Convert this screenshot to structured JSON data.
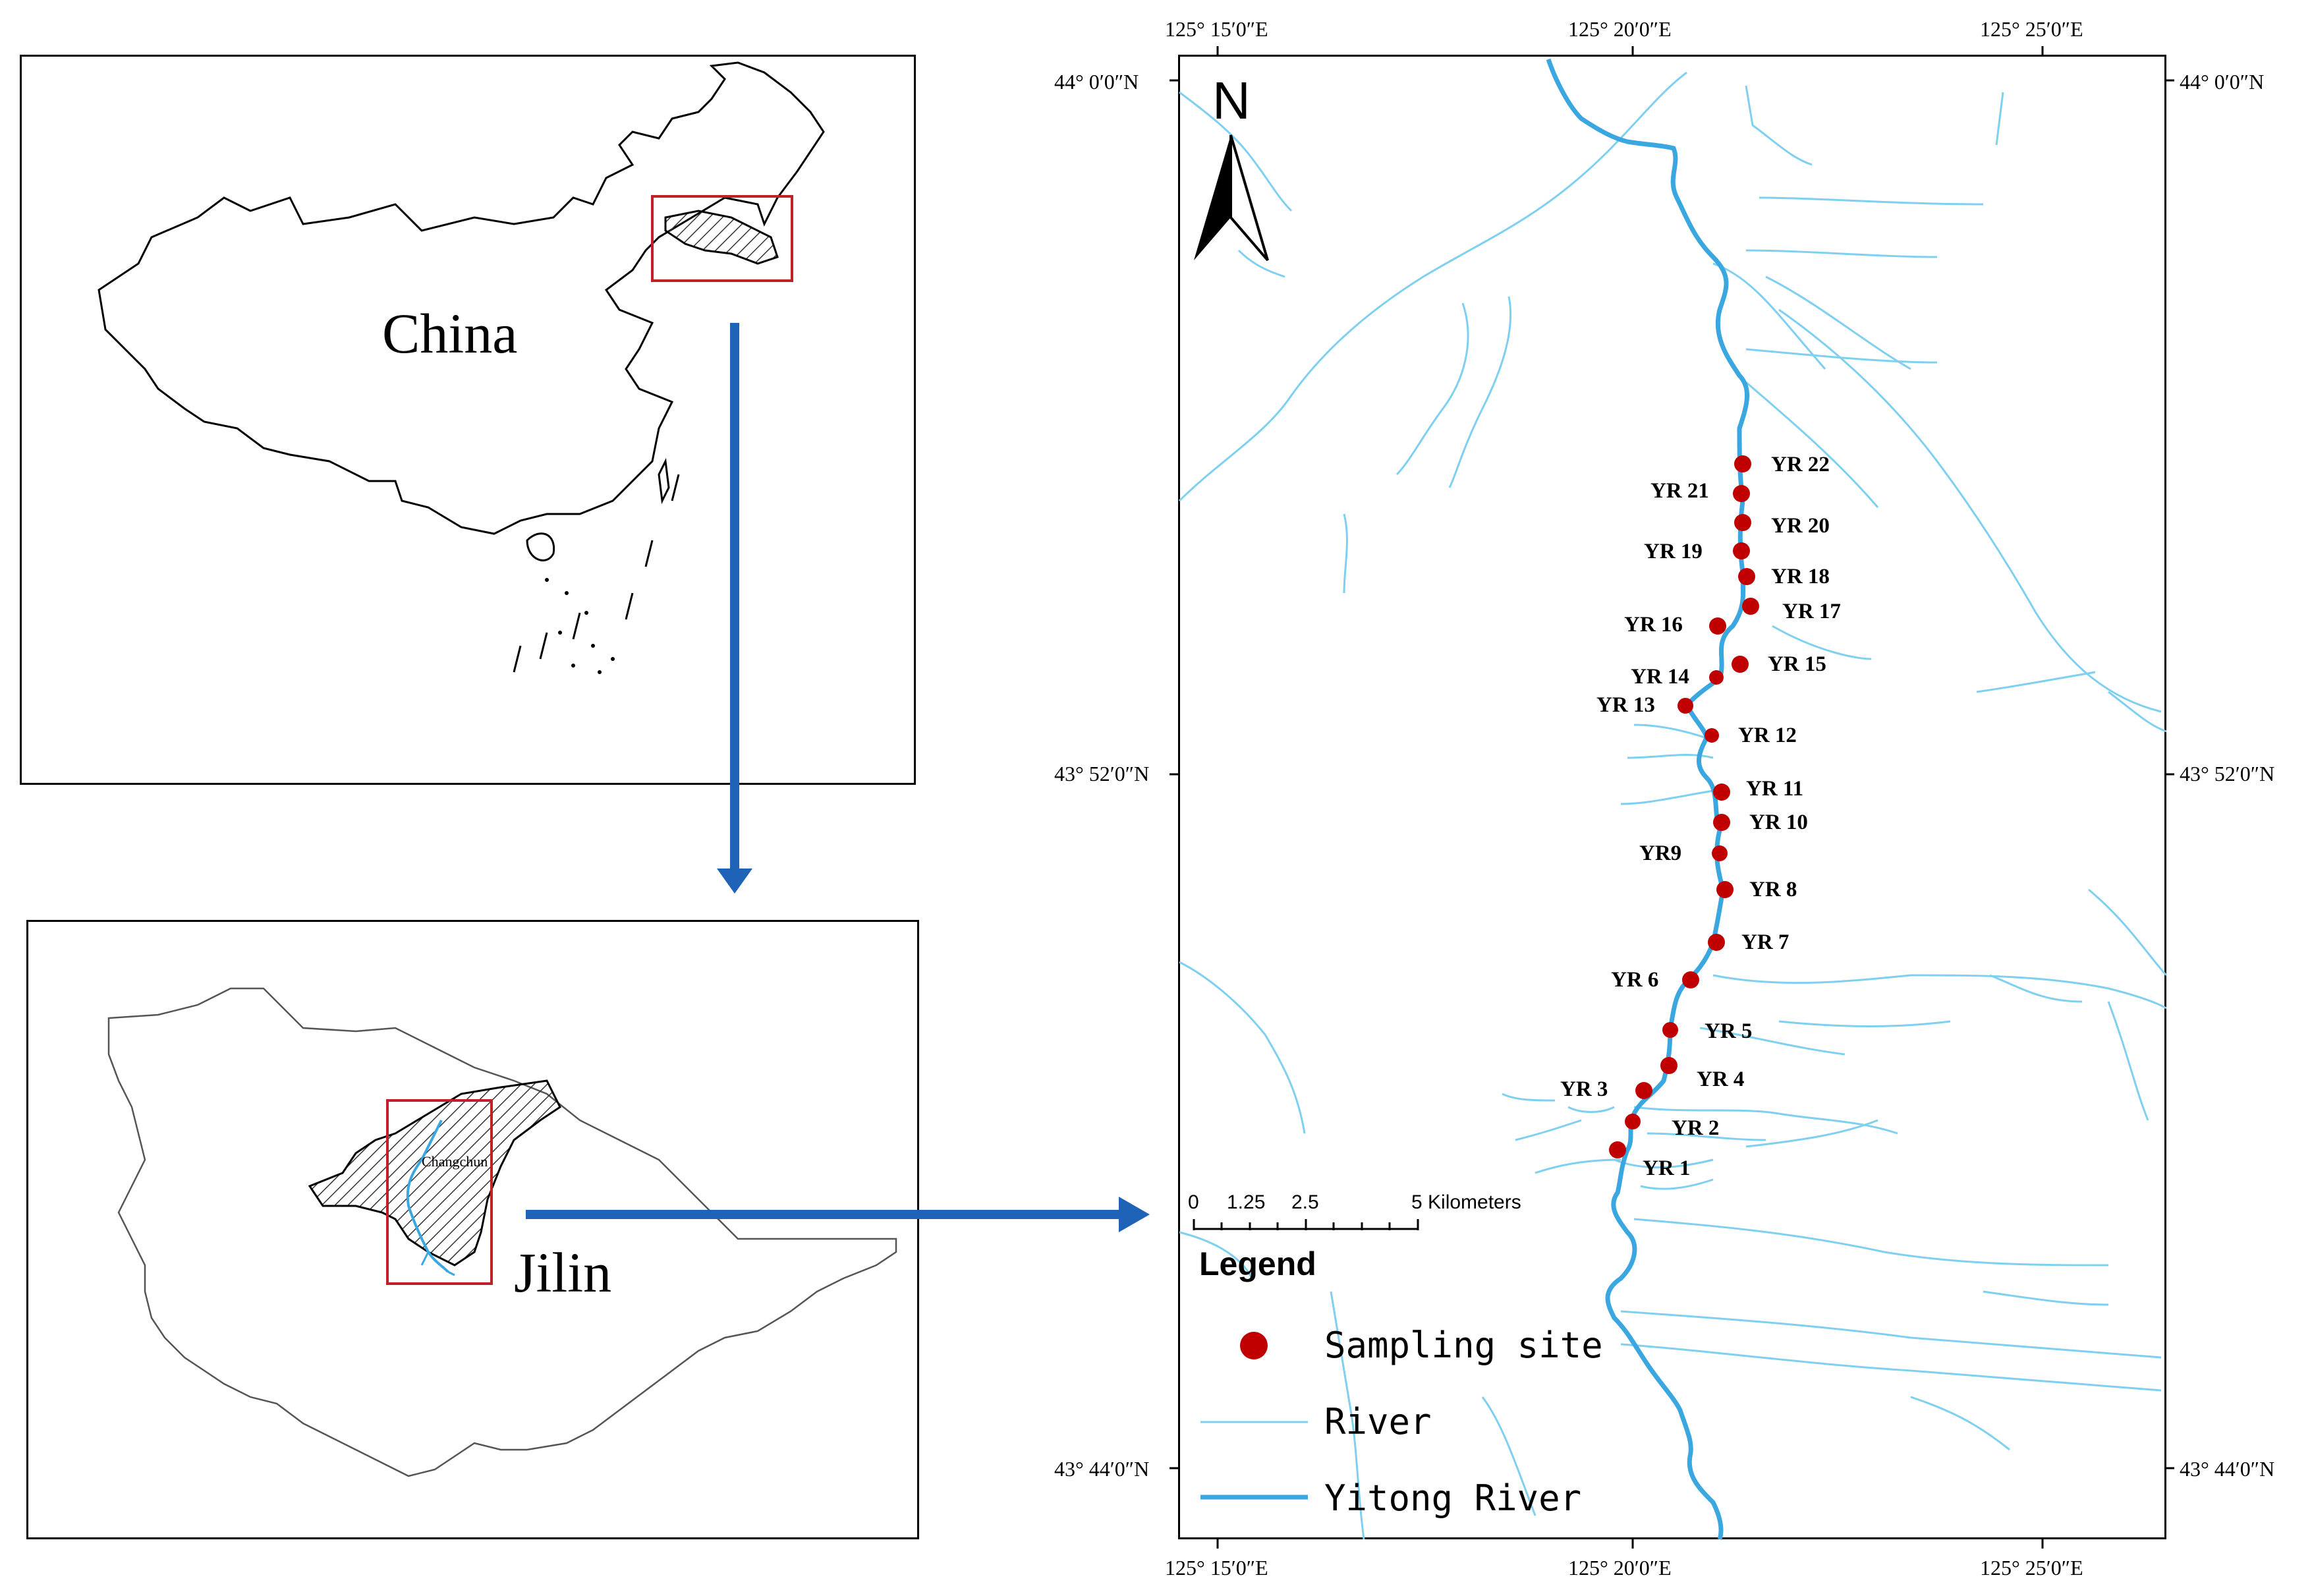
{
  "china_panel": {
    "label": "China"
  },
  "jilin_panel": {
    "label": "Jilin",
    "city_label": "Changchun"
  },
  "map": {
    "north_label": "N",
    "top_coords": [
      "125° 15′0″E",
      "125° 20′0″E",
      "125° 25′0″E"
    ],
    "bottom_coords": [
      "125° 15′0″E",
      "125° 20′0″E",
      "125° 25′0″E"
    ],
    "left_coords": [
      "44° 0′0″N",
      "43° 52′0″N",
      "43° 44′0″N"
    ],
    "right_coords": [
      "44° 0′0″N",
      "43° 52′0″N",
      "43° 44′0″N"
    ],
    "sites": [
      "YR 1",
      "YR 2",
      "YR 3",
      "YR 4",
      "YR 5",
      "YR 6",
      "YR 7",
      "YR 8",
      "YR9",
      "YR 10",
      "YR 11",
      "YR 12",
      "YR 13",
      "YR 14",
      "YR 15",
      "YR 16",
      "YR 17",
      "YR 18",
      "YR 19",
      "YR 20",
      "YR 21",
      "YR 22"
    ],
    "scale_bar": {
      "ticks": [
        "0",
        "1.25",
        "2.5",
        "5 Kilometers"
      ]
    },
    "legend": {
      "title": "Legend",
      "items": [
        "Sampling site",
        "River",
        "Yitong River"
      ]
    },
    "colors": {
      "site": "#c00000",
      "river": "#7fd0f0",
      "yitong": "#3ba7e0",
      "arrow": "#1f63b8",
      "inset_box": "#c0202a"
    }
  }
}
